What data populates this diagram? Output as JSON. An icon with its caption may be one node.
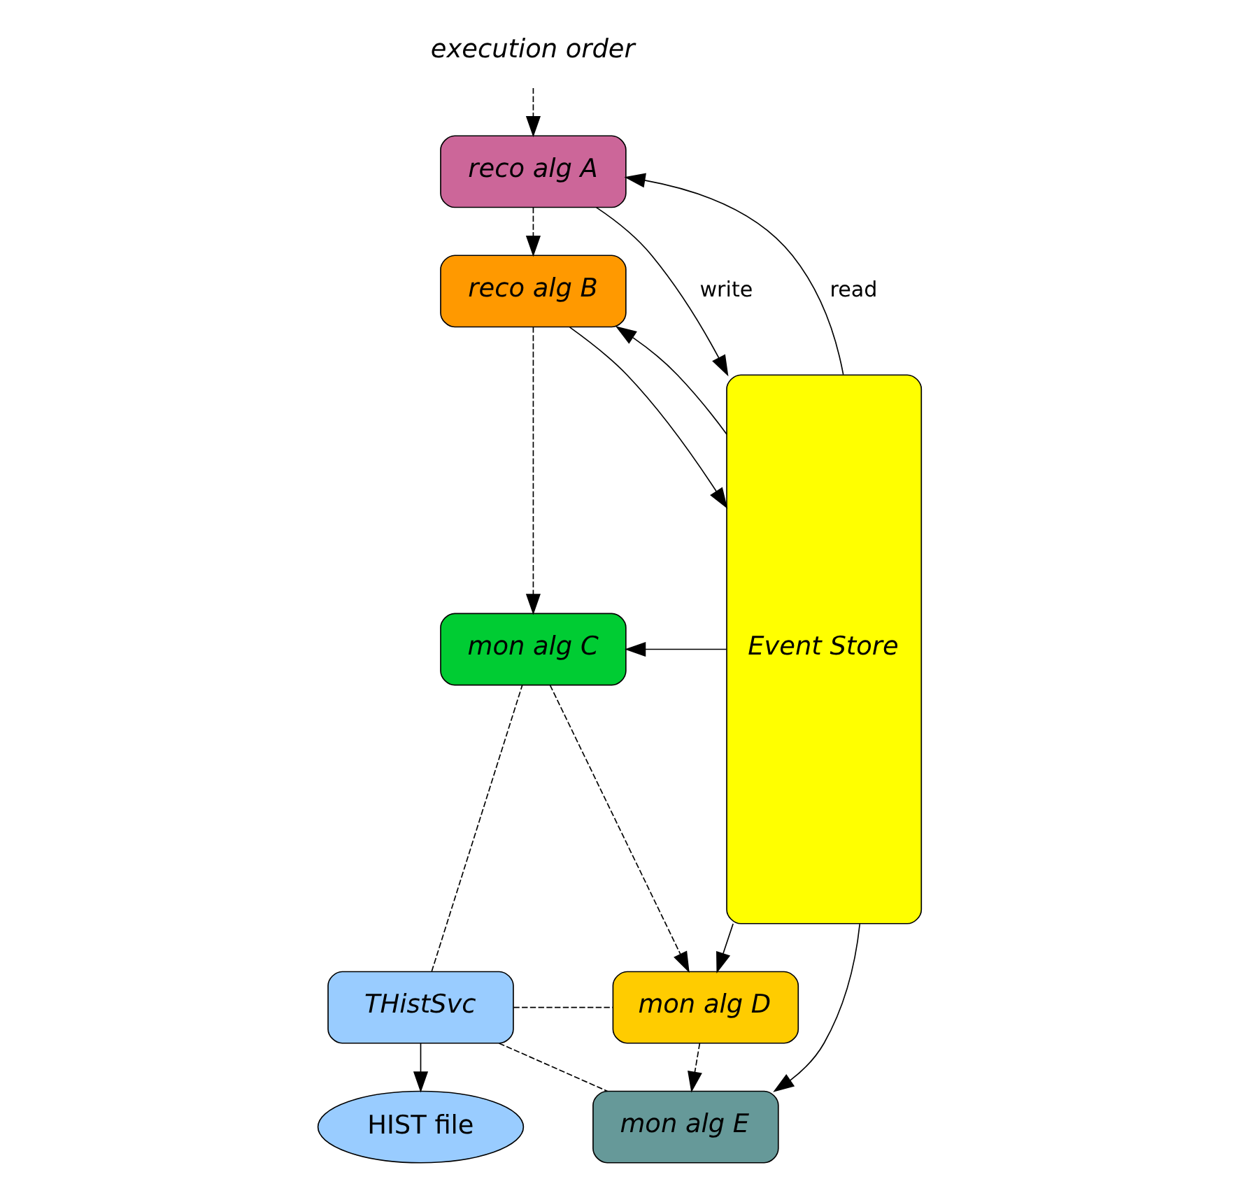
{
  "diagram": {
    "nodes": [
      {
        "text": [
          "execution order"
        ]
      },
      {
        "text": [
          "reco alg A"
        ]
      },
      {
        "text": [
          "reco alg B"
        ]
      },
      {
        "text": [
          "mon alg C"
        ]
      },
      {
        "text": [
          "mon alg D"
        ]
      },
      {
        "text": [
          "mon alg E"
        ]
      },
      {
        "text": [
          "Event Store"
        ]
      },
      {
        "text": [
          "THistSvc"
        ]
      },
      {
        "text": [
          "HIST file"
        ]
      }
    ],
    "edges": [
      {
        "from": 0,
        "to": 1,
        "arrow": "to",
        "style": "dashed"
      },
      {
        "from": 1,
        "to": 2,
        "arrow": "to",
        "style": "dashed"
      },
      {
        "from": 2,
        "to": 3,
        "arrow": "to",
        "style": "dashed"
      },
      {
        "from": 3,
        "to": 4,
        "arrow": "to",
        "style": "dashed"
      },
      {
        "from": 4,
        "to": 5,
        "arrow": "to",
        "style": "dashed"
      },
      {
        "from": 6,
        "to": 1,
        "arrow": "to",
        "label": "read"
      },
      {
        "from": 1,
        "to": 6,
        "arrow": "to",
        "label": "write"
      },
      {
        "from": 6,
        "to": 2,
        "arrow": "to"
      },
      {
        "from": 2,
        "to": 6,
        "arrow": "to"
      },
      {
        "from": 6,
        "to": 3,
        "arrow": "to"
      },
      {
        "from": 6,
        "to": 4,
        "arrow": "to"
      },
      {
        "from": 6,
        "to": 5,
        "arrow": "to"
      },
      {
        "from": 7,
        "to": 3,
        "arrow": "none",
        "style": "dashed"
      },
      {
        "from": 7,
        "to": 4,
        "arrow": "none",
        "style": "dashed"
      },
      {
        "from": 7,
        "to": 5,
        "arrow": "none",
        "style": "dashed"
      },
      {
        "from": 7,
        "to": 8,
        "arrow": "to"
      }
    ]
  }
}
